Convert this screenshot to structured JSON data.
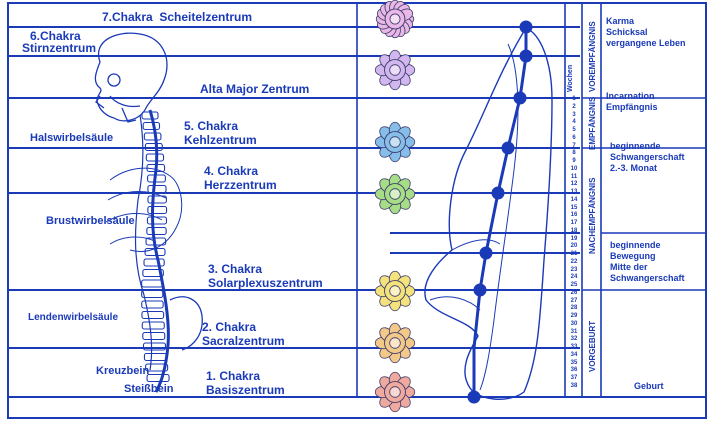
{
  "chakras": [
    {
      "line1": "7.Chakra  Scheitelzentrum",
      "line2": ""
    },
    {
      "line1": "6.Chakra",
      "line2": "Stirnzentrum"
    },
    {
      "line1": "Alta Major Zentrum",
      "line2": ""
    },
    {
      "line1": "5. Chakra",
      "line2": "Kehlzentrum"
    },
    {
      "line1": "4. Chakra",
      "line2": "Herzzentrum"
    },
    {
      "line1": "3. Chakra",
      "line2": "Solarplexuszentrum"
    },
    {
      "line1": "2. Chakra",
      "line2": "Sacralzentrum"
    },
    {
      "line1": "1. Chakra",
      "line2": "Basiszentrum"
    }
  ],
  "spine_labels": {
    "hals": "Halswirbelsäule",
    "brust": "Brustwirbelsäule",
    "lenden": "Lendenwirbelsäule",
    "kreuz": "Kreuzbein",
    "steiss": "Steißbein"
  },
  "weeks_header": "Wochen",
  "weeks": [
    "1",
    "2",
    "3",
    "4",
    "5",
    "6",
    "7",
    "8",
    "9",
    "10",
    "11",
    "12",
    "13",
    "14",
    "15",
    "16",
    "17",
    "18",
    "19",
    "20",
    "21",
    "22",
    "23",
    "24",
    "25",
    "26",
    "27",
    "28",
    "29",
    "30",
    "31",
    "32",
    "33",
    "34",
    "35",
    "36",
    "37",
    "38"
  ],
  "phases": {
    "vorempfaengnis": "VOREMPFÄNGNIS",
    "empfaengnis": "EMPFÄNGNIS",
    "nachempfaengnis": "NACHEMPFÄNGNIS",
    "vorgeburt": "VORGEBURT"
  },
  "notes": {
    "karma": [
      "Karma",
      "Schicksal",
      "vergangene Leben"
    ],
    "incarnation": [
      "Incarnation",
      "Empfängnis"
    ],
    "schwangerschaft": [
      "beginnende",
      "Schwangerschaft",
      "2.-3. Monat"
    ],
    "bewegung": [
      "beginnende",
      "Bewegung",
      "Mitte der",
      "Schwangerschaft"
    ],
    "geburt": [
      "Geburt"
    ]
  },
  "colors": {
    "line": "#1a3ab8",
    "text": "#1a3ab8",
    "chakra_fills": [
      "#e9b8e6",
      "#d2b6ee",
      "#b9b4ec",
      "#86bde9",
      "#a6dd86",
      "#f4e27d",
      "#f3c98a",
      "#f0a99e"
    ]
  }
}
